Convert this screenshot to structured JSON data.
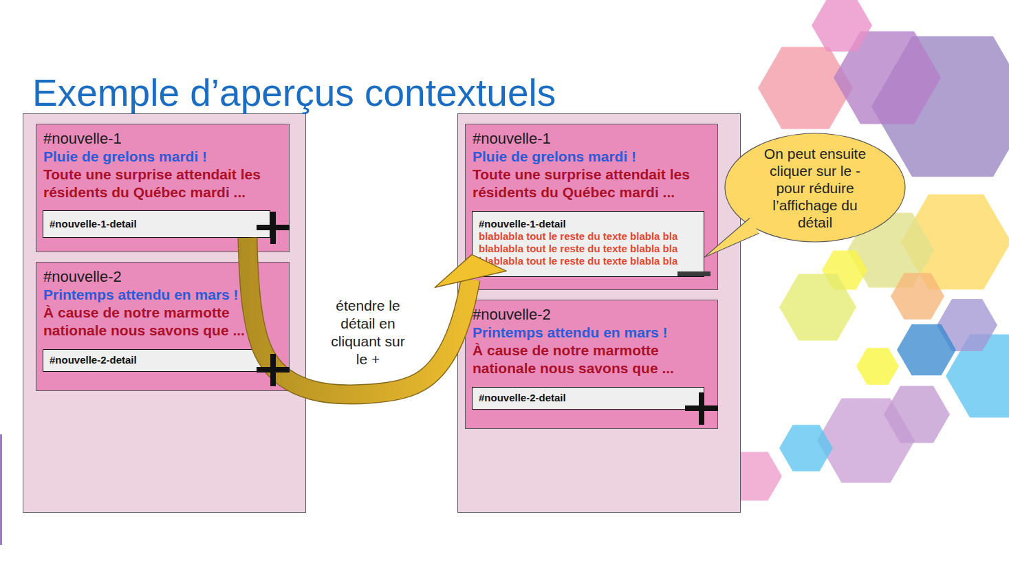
{
  "diagram": {
    "title": "Exemple d’aperçus contextuels",
    "nodes": [
      {
        "text": [
          "#nouvelle-1",
          "Pluie de grelons mardi !",
          "Toute une surprise attendait les résidents du Québec mardi ..."
        ]
      },
      {
        "text": [
          "#nouvelle-1-detail"
        ],
        "in": 0
      },
      {
        "text": [
          "#nouvelle-2",
          "Printemps attendu en mars !",
          "À cause de notre marmotte nationale nous savons que ..."
        ]
      },
      {
        "text": [
          "#nouvelle-2-detail"
        ],
        "in": 2
      },
      {
        "text": [
          "#nouvelle-1",
          "Pluie de grelons mardi !",
          "Toute une surprise attendait les résidents du Québec mardi ..."
        ]
      },
      {
        "text": [
          "#nouvelle-1-detail",
          "blablabla tout le reste du texte blabla bla blablabla tout le reste du texte blabla bla blablabla tout le reste du texte blabla bla"
        ],
        "in": 4
      },
      {
        "text": [
          "#nouvelle-2",
          "Printemps attendu en mars !",
          "À cause de notre marmotte nationale nous savons que ..."
        ]
      },
      {
        "text": [
          "#nouvelle-2-detail"
        ],
        "in": 6
      },
      {
        "text": [
          "On peut ensuite cliquer sur le - pour réduire l’affichage du détail"
        ]
      }
    ],
    "edges": [
      {
        "from": 1,
        "to": 5,
        "label": "étendre le détail en cliquant sur le +",
        "arrow": "to"
      },
      {
        "from": 8,
        "to": 5,
        "arrow": "none"
      }
    ]
  }
}
